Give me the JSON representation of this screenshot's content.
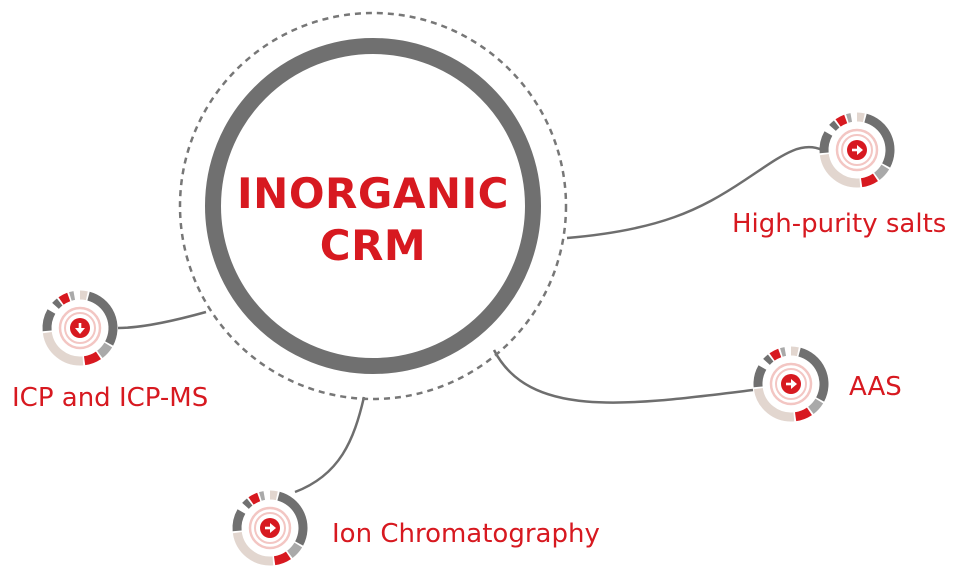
{
  "center": {
    "line1": "INORGANIC",
    "line2": "CRM"
  },
  "nodes": [
    {
      "id": "high-purity-salts",
      "label": "High-purity salts",
      "arrow": "right"
    },
    {
      "id": "icp",
      "label": "ICP and ICP-MS",
      "arrow": "down"
    },
    {
      "id": "aas",
      "label": "AAS",
      "arrow": "right"
    },
    {
      "id": "ion-chromatography",
      "label": "Ion Chromatography",
      "arrow": "right"
    }
  ],
  "colors": {
    "accent_red": "#d71920",
    "ring_gray": "#707070",
    "light_gray": "#a9a9a9",
    "beige": "#e2d6cf",
    "pink": "#f3c6c3",
    "connector": "#6e6e6e"
  }
}
